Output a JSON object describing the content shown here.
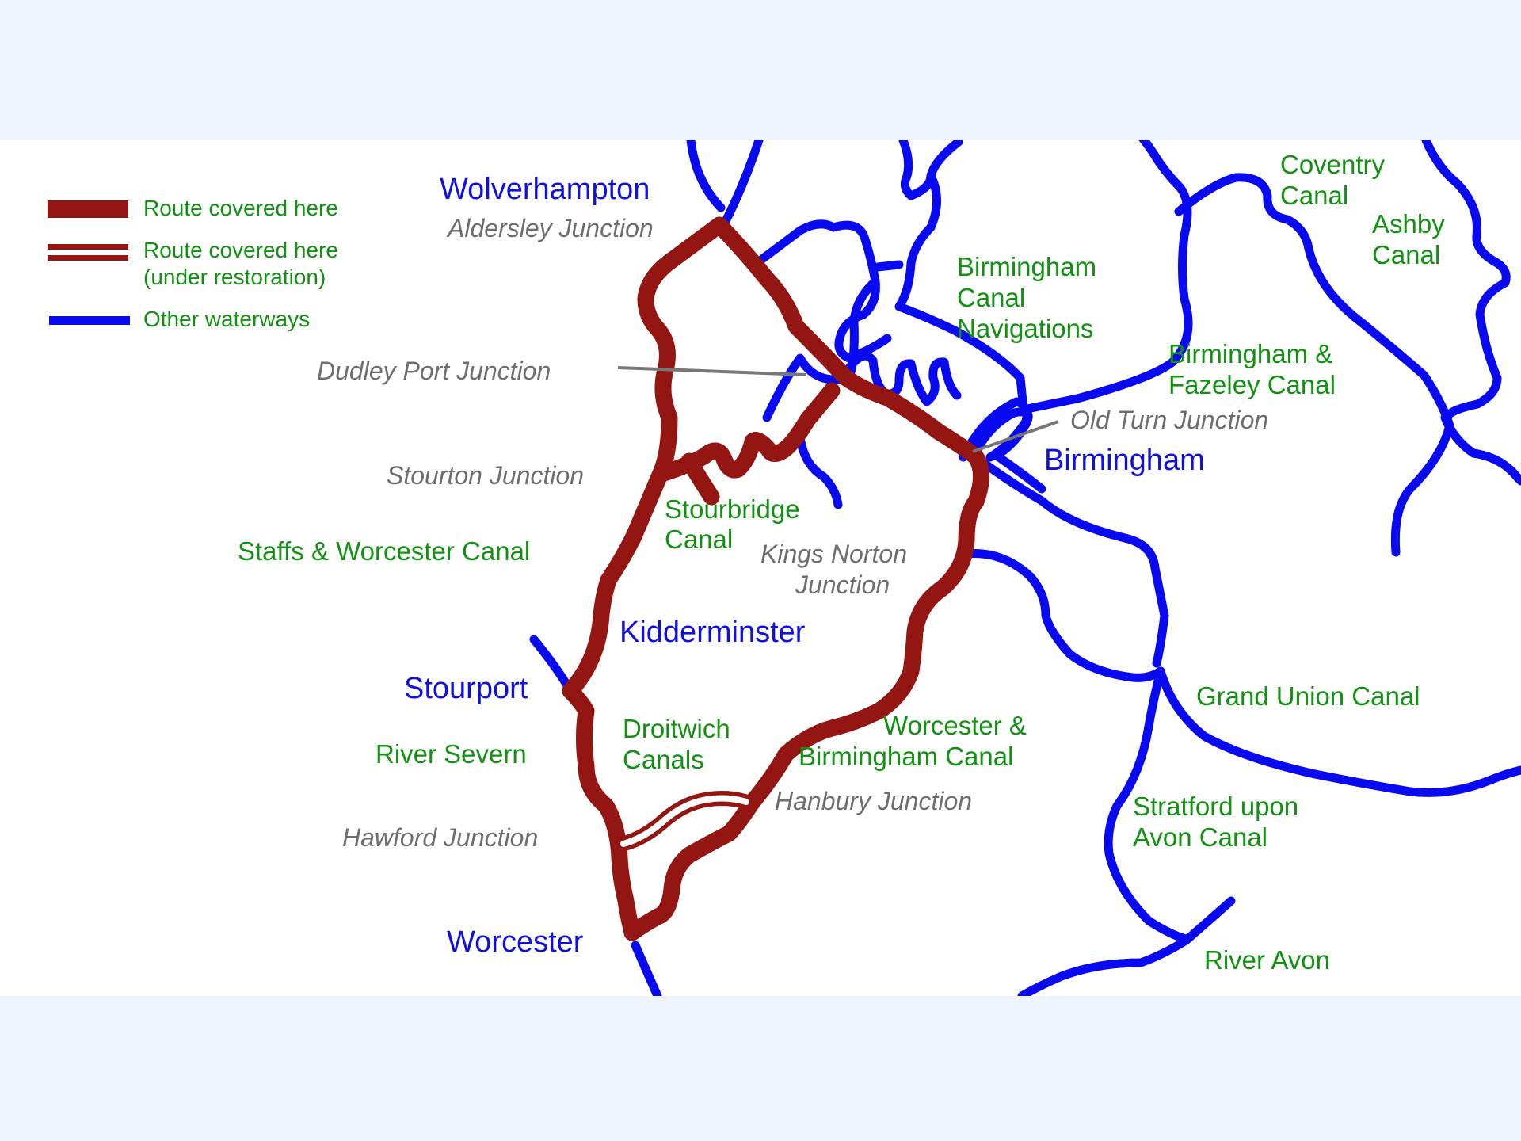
{
  "colors": {
    "route": "#941612",
    "other_waterways": "#0a0af0",
    "town_label": "#1010e0",
    "canal_label": "#129112",
    "junction_label": "#6e6e6e",
    "page_background": "#eef5ff",
    "map_background": "#ffffff"
  },
  "legend": {
    "route": "Route covered here",
    "restoration_line1": "Route covered here",
    "restoration_line2": "(under restoration)",
    "other": "Other waterways"
  },
  "towns": {
    "wolverhampton": "Wolverhampton",
    "birmingham": "Birmingham",
    "kidderminster": "Kidderminster",
    "stourport": "Stourport",
    "worcester": "Worcester"
  },
  "waterways": {
    "coventry": [
      "Coventry",
      "Canal"
    ],
    "ashby": [
      "Ashby",
      "Canal"
    ],
    "bcn": [
      "Birmingham",
      "Canal",
      "Navigations"
    ],
    "fazeley": [
      "Birmingham &",
      "Fazeley Canal"
    ],
    "stourbridge": [
      "Stourbridge",
      "Canal"
    ],
    "staffs_worcs": "Staffs & Worcester Canal",
    "grand_union": "Grand Union Canal",
    "severn": "River Severn",
    "droitwich": [
      "Droitwich",
      "Canals"
    ],
    "worcs_birm": [
      "Worcester &",
      "Birmingham Canal"
    ],
    "stratford": [
      "Stratford upon",
      "Avon Canal"
    ],
    "avon": "River Avon"
  },
  "junctions": {
    "aldersley": "Aldersley Junction",
    "dudley_port": "Dudley Port Junction",
    "old_turn": "Old Turn Junction",
    "stourton": "Stourton Junction",
    "kings_norton": [
      "Kings Norton",
      "Junction"
    ],
    "hanbury": "Hanbury Junction",
    "hawford": "Hawford Junction"
  }
}
